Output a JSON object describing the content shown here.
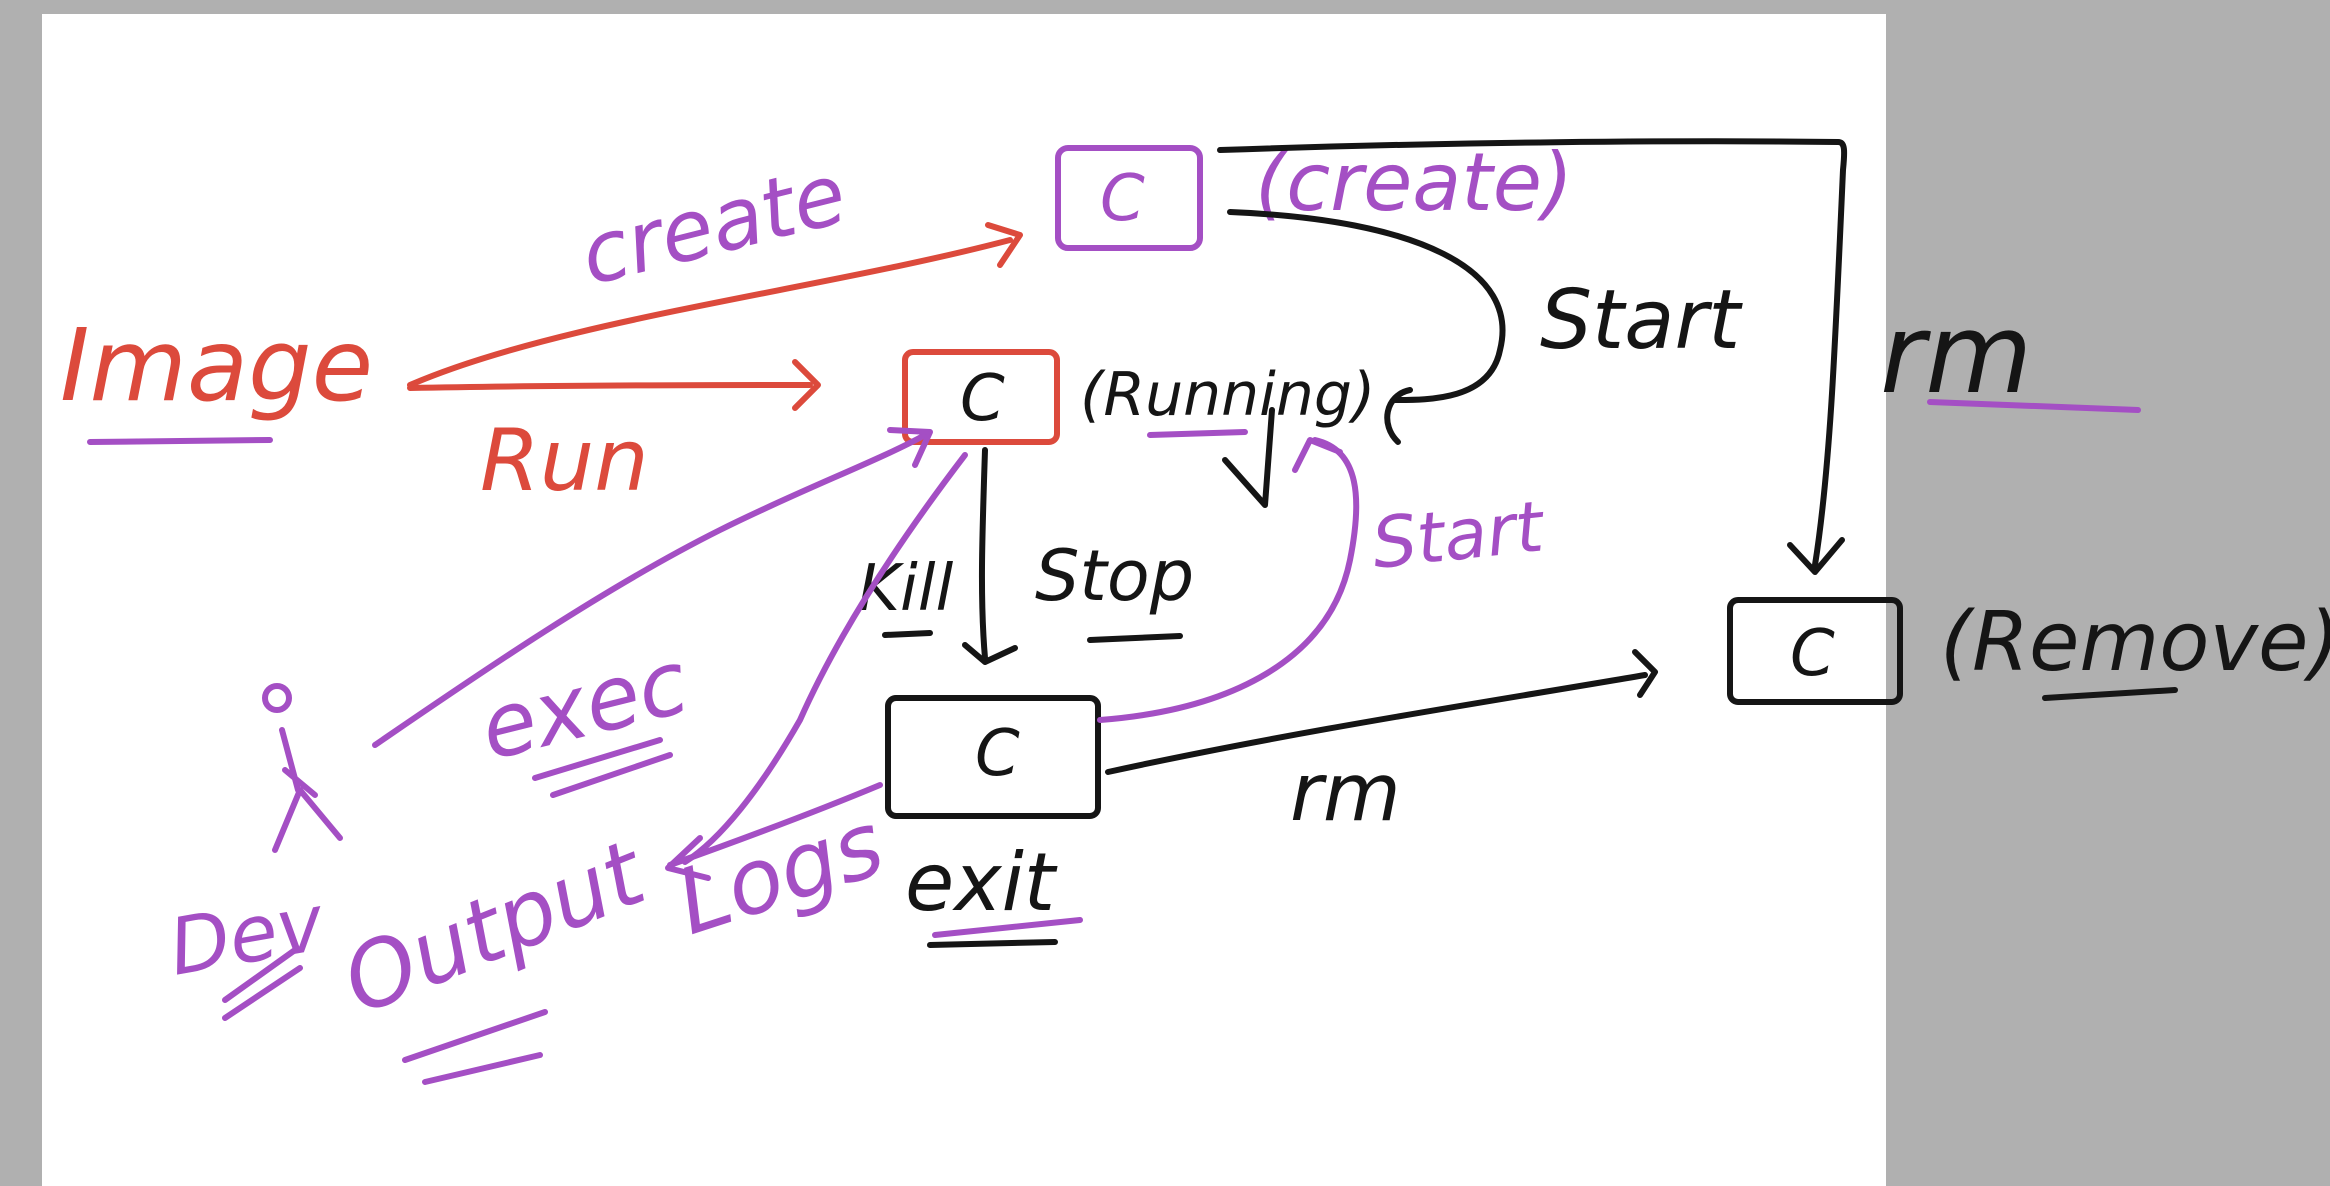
{
  "diagram": {
    "labels": {
      "image": "Image",
      "create_arrow": "create",
      "run_arrow": "Run",
      "container": "C",
      "created_state": "(create)",
      "running_state": "(Running)",
      "start_top": "Start",
      "rm_top": "rm",
      "kill": "Kill",
      "stop": "Stop",
      "start_purple": "Start",
      "exec": "exec",
      "dev": "Dev",
      "output": "Output",
      "logs": "Logs",
      "exit": "exit",
      "rm_bottom": "rm",
      "removed_state": "(Remove)"
    },
    "colors": {
      "page": "#ffffff",
      "backdrop": "#b0b0b0",
      "red_ink": "#dc4a3c",
      "purple_ink": "#a44fc4",
      "black_ink": "#151515"
    }
  }
}
